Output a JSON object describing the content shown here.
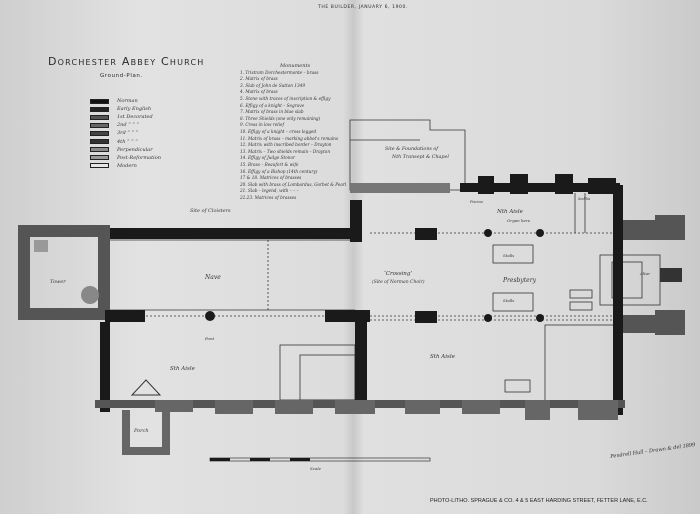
{
  "header": "THE BUILDER, JANUARY 6, 1900.",
  "title": "Dorchester Abbey Church",
  "subtitle": "Ground-Plan.",
  "legend": [
    {
      "label": "Norman",
      "fill": "#111111"
    },
    {
      "label": "Early English",
      "fill": "#222222"
    },
    {
      "label": "1st Decorated",
      "fill": "#555555"
    },
    {
      "label": "2nd  ”  ”  ”",
      "fill": "#666666"
    },
    {
      "label": "3rd  ”  ”  ”",
      "fill": "#444444"
    },
    {
      "label": "4th  ”  ”  ”",
      "fill": "#333333"
    },
    {
      "label": "Perpendicular",
      "fill": "#8a8a8a"
    },
    {
      "label": "Post-Reformation",
      "fill": "#9a9a9a"
    },
    {
      "label": "Modern",
      "fill": "#e6e6e6"
    }
  ],
  "monuments": {
    "heading": "Monuments",
    "items": [
      "1. Tristram Dorchestermonte – brass",
      "2. Matrix of brass",
      "3. Slab of John de Sutton 1349",
      "4. Matrix of brass",
      "5. Stone with traces of inscription & effigy",
      "6. Effigy of a knight – Segrave",
      "7. Matrix of brass in blue slab",
      "8. Three Shields (one only remaining)",
      "9. Cross in low relief",
      "10. Effigy of a knight – cross legged",
      "11. Matrix of brass – marking abbot's remains",
      "12. Matrix with inscribed border – Drayton",
      "13. Matrix – Two shields remain – Drayton",
      "14. Effigy of Judge Stonor",
      "15. Brass – Beaufort & wife",
      "16. Effigy of a Bishop (14th century)",
      "17 & 18. Matrices of brasses",
      "20. Slab with brass of Lombardus, Gorbet & Pearl",
      "21. Slab – legend, with – – –",
      "22.23. Matrices of brasses"
    ]
  },
  "labels": {
    "cloisters": "Site of Cloisters",
    "tower": "Tower",
    "nave": "Nave",
    "crossing": "‘Crossing’",
    "crossing_note": "(Site of Norman Choir)",
    "presbytery": "Presbytery",
    "north_aisle": "Nth Aisle",
    "organ": "Organ here",
    "south_aisle_w": "Sth Aisle",
    "south_aisle_e": "Sth Aisle",
    "porch": "Porch",
    "font": "Font",
    "transept": "Site & Foundations of",
    "transept2": "Nth Transept & Chapel",
    "stalls1": "Stalls",
    "stalls2": "Stalls",
    "piscina": "Piscina",
    "altar": "Altar",
    "scale": "Scale",
    "sedilia": "Sedilia"
  },
  "signature": "Pendrell Hull – Drawn & del 1899",
  "footer": "PHOTO-LITHO. SPRAGUE & CO. 4 & 5 EAST HARDING STREET, FETTER LANE, E.C."
}
